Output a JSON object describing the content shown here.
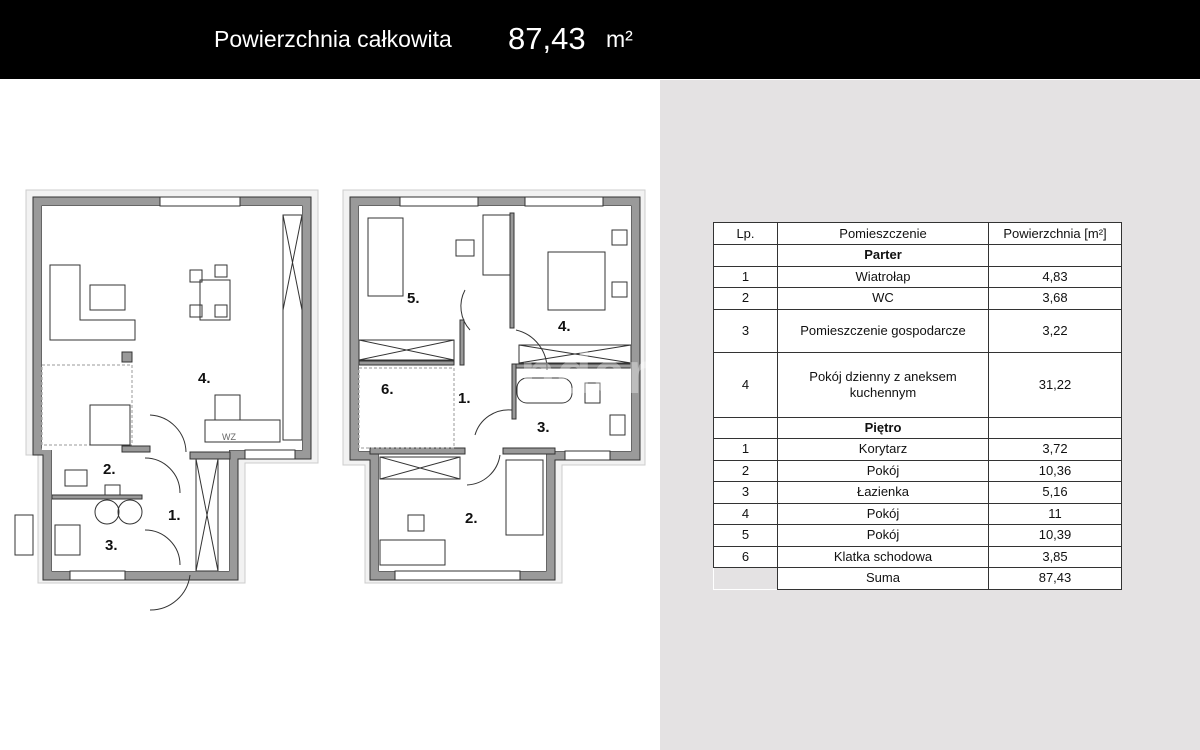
{
  "header": {
    "title": "Powierzchnia całkowita",
    "value": "87,43",
    "unit": "m²"
  },
  "watermark": "nder",
  "plans": {
    "ground_floor": {
      "rooms": [
        "1.",
        "2.",
        "3.",
        "4."
      ],
      "appliance_label": "WZ"
    },
    "upper_floor": {
      "rooms": [
        "1.",
        "2.",
        "3.",
        "4.",
        "5.",
        "6."
      ]
    }
  },
  "table": {
    "headers": [
      "Lp.",
      "Pomieszczenie",
      "Powierzchnia [m²]"
    ],
    "sections": [
      {
        "title": "Parter",
        "rows": [
          {
            "lp": "1",
            "name": "Wiatrołap",
            "area": "4,83"
          },
          {
            "lp": "2",
            "name": "WC",
            "area": "3,68"
          },
          {
            "lp": "3",
            "name": "Pomieszczenie gospodarcze",
            "area": "3,22"
          },
          {
            "lp": "4",
            "name": "Pokój dzienny z aneksem kuchennym",
            "area": "31,22"
          }
        ]
      },
      {
        "title": "Piętro",
        "rows": [
          {
            "lp": "1",
            "name": "Korytarz",
            "area": "3,72"
          },
          {
            "lp": "2",
            "name": "Pokój",
            "area": "10,36"
          },
          {
            "lp": "3",
            "name": "Łazienka",
            "area": "5,16"
          },
          {
            "lp": "4",
            "name": "Pokój",
            "area": "11"
          },
          {
            "lp": "5",
            "name": "Pokój",
            "area": "10,39"
          },
          {
            "lp": "6",
            "name": "Klatka schodowa",
            "area": "3,85"
          }
        ]
      }
    ],
    "total": {
      "label": "Suma",
      "area": "87,43"
    }
  }
}
